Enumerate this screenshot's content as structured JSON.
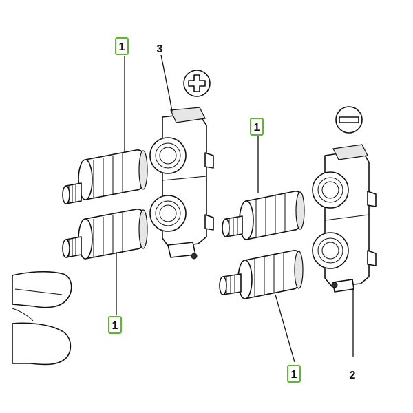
{
  "callouts": {
    "part1_a": "1",
    "part1_b": "1",
    "part1_c": "1",
    "part1_d": "1",
    "part2": "2",
    "part3": "3"
  },
  "symbols": {
    "positive": "plus-icon",
    "negative": "minus-icon"
  },
  "colors": {
    "highlight_border": "#5cb82e",
    "line": "#111111"
  }
}
